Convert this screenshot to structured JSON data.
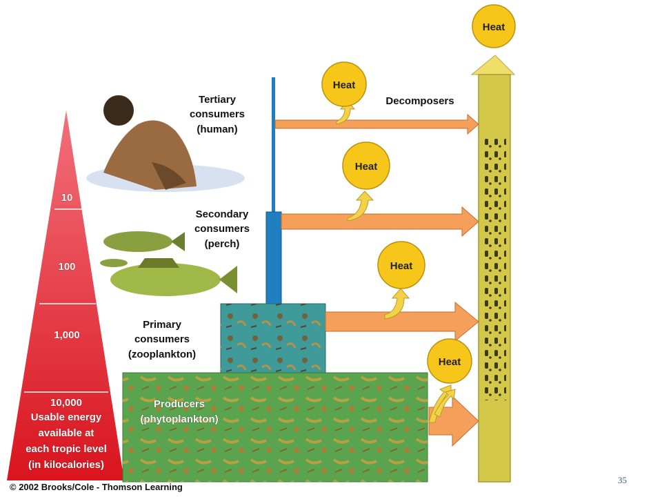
{
  "pyramid": {
    "levels": [
      "10",
      "100",
      "1,000"
    ],
    "base_lines": [
      "10,000",
      "Usable energy",
      "available at",
      "each tropic level",
      "(in kilocalories)"
    ],
    "colors": {
      "top": "#f25a64",
      "bottom": "#d9141e"
    }
  },
  "trophic_labels": {
    "tertiary": [
      "Tertiary",
      "consumers",
      "(human)"
    ],
    "secondary": [
      "Secondary",
      "consumers",
      "(perch)"
    ],
    "primary": [
      "Primary",
      "consumers",
      "(zooplankton)"
    ],
    "producers": [
      "Producers",
      "(phytoplankton)"
    ]
  },
  "decomposers_label": "Decomposers",
  "heat_labels": [
    "Heat",
    "Heat",
    "Heat",
    "Heat",
    "Heat"
  ],
  "credit": "© 2002 Brooks/Cole - Thomson Learning",
  "slide_number": "35",
  "colors": {
    "heat_circle": "#f7c61b",
    "arrow": "#f5a05a",
    "decomposer_column": "#d4c84a",
    "producer_box": "#5aa450",
    "primary_box": "#3f9a9a",
    "stem": "#1f7fc0"
  }
}
